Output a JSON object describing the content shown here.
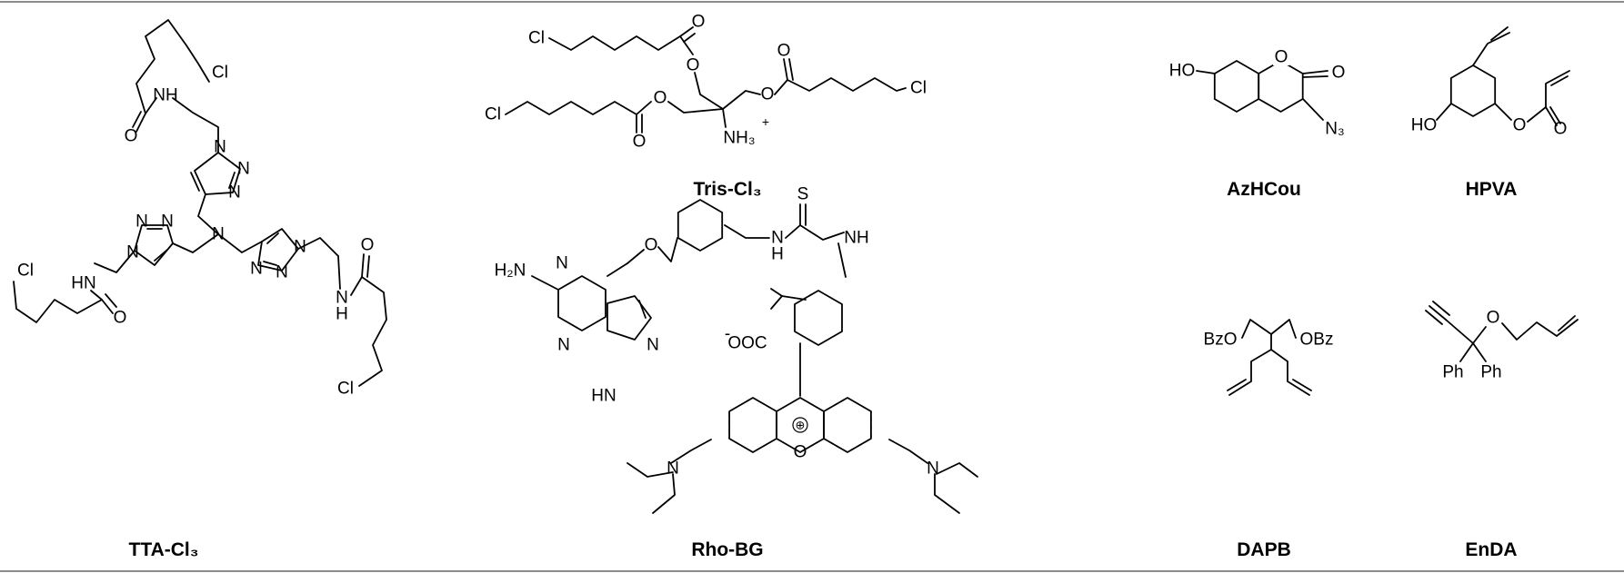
{
  "compounds": [
    {
      "name": "TTA-Cl₃",
      "atoms": [
        "Cl",
        "O",
        "NH",
        "N",
        "N",
        "N",
        "N",
        "N",
        "N",
        "N",
        "N",
        "N",
        "N",
        "HN",
        "O",
        "Cl",
        "O",
        "N",
        "H",
        "Cl"
      ]
    },
    {
      "name": "Tris-Cl₃",
      "atoms": [
        "Cl",
        "O",
        "O",
        "Cl",
        "O",
        "O",
        "NH₃",
        "+",
        "O",
        "O",
        "Cl"
      ]
    },
    {
      "name": "AzHCou",
      "atoms": [
        "HO",
        "O",
        "O",
        "N₃"
      ]
    },
    {
      "name": "HPVA",
      "atoms": [
        "HO",
        "O",
        "O"
      ]
    },
    {
      "name": "Rho-BG",
      "atoms": [
        "H₂N",
        "N",
        "N",
        "N",
        "HN",
        "O",
        "S",
        "N",
        "H",
        "NH",
        "-",
        "OOC",
        "⊕",
        "O",
        "N",
        "N"
      ]
    },
    {
      "name": "DAPB",
      "atoms": [
        "BzO",
        "OBz"
      ]
    },
    {
      "name": "EnDA",
      "atoms": [
        "O",
        "Ph",
        "Ph"
      ]
    }
  ]
}
